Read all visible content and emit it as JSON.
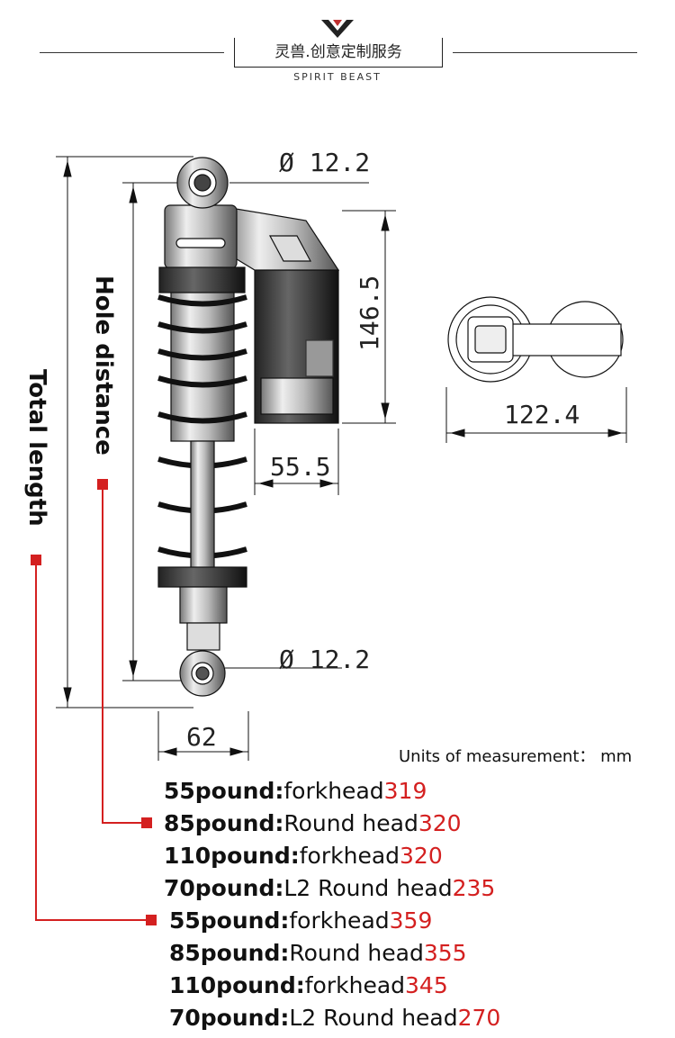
{
  "header": {
    "brand_cn": "灵兽.创意定制服务",
    "brand_en": "SPIRIT BEAST",
    "logo_icon": "spirit-beast-logo-icon"
  },
  "diagram": {
    "dims": {
      "top_eye": "Ø 12.2",
      "bottom_eye": "Ø 12.2",
      "reservoir_height": "146.5",
      "reservoir_offset": "55.5",
      "bottom_width": "62",
      "top_view_width": "122.4"
    },
    "labels": {
      "hole_distance": "Hole distance",
      "total_length": "Total length"
    },
    "units": "Units of measurement： mm"
  },
  "colors": {
    "accent": "#d42020",
    "line": "#111111"
  },
  "specs": {
    "hole_distance": [
      {
        "weight": "55pound:",
        "type": "forkhead",
        "value": "319"
      },
      {
        "weight": "85pound:",
        "type": "Round head",
        "value": "320"
      },
      {
        "weight": "110pound:",
        "type": "forkhead",
        "value": "320"
      },
      {
        "weight": "70pound:",
        "type": "L2 Round head",
        "value": "235"
      }
    ],
    "total_length": [
      {
        "weight": "55pound:",
        "type": "forkhead",
        "value": "359"
      },
      {
        "weight": "85pound:",
        "type": "Round head",
        "value": "355"
      },
      {
        "weight": "110pound:",
        "type": "forkhead",
        "value": "345"
      },
      {
        "weight": "70pound:",
        "type": "L2 Round head",
        "value": "270"
      }
    ]
  }
}
